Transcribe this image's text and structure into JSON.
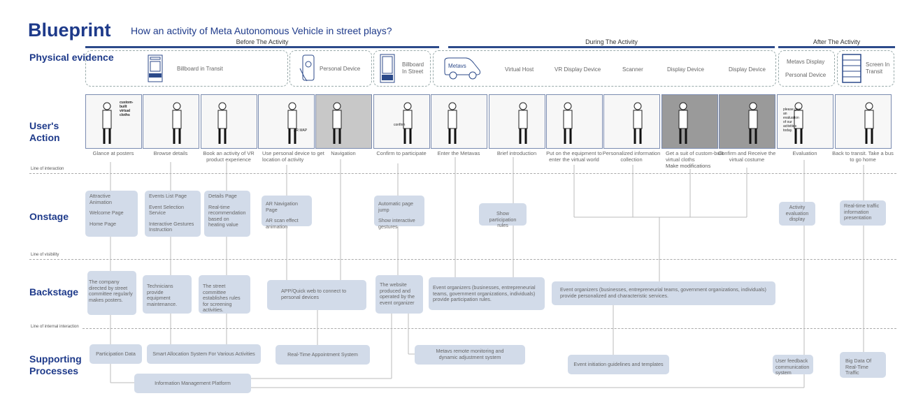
{
  "header": {
    "title": "Blueprint",
    "subtitle": "How an activity of Meta Autonomous Vehicle in street plays?"
  },
  "phases": [
    "Before The Activity",
    "During The Activity",
    "After The Activity"
  ],
  "rows": {
    "physical": "Physical evidence",
    "action": "User's Action",
    "onstage": "Onstage",
    "backstage": "Backstage",
    "support": "Supporting Processes"
  },
  "lines": {
    "interaction": "Line of interaction",
    "visibility": "Line of visibility",
    "internal": "Line of internal interaction"
  },
  "physical_evidence": {
    "billboard_transit": "Billboard in Transit",
    "personal_device": "Personal Device",
    "billboard_street": "Billboard In Street",
    "metavs_logo": "Metavs",
    "during": [
      "Virtual Host",
      "VR Display Device",
      "Scanner",
      "Display Device",
      "Display Device"
    ],
    "after": [
      "Metavs Display",
      "Personal Device"
    ],
    "screen_transit": "Screen In Transit"
  },
  "actions": [
    "Glance at posters",
    "Browse details",
    "Book an activity of VR product experience",
    "Use personal device to get location of activity",
    "Navigation",
    "Confirm to participate",
    "Enter the Metavas",
    "Brief introduction",
    "Put on the equipment to enter the virtual world",
    "Personalized information collection",
    "Get a suit of custom-built virtual cloths",
    "Confirm and Receive the virtual costume",
    "Evaluation",
    "Back to transit. Take a bus to go home"
  ],
  "action_extra": "Make modifications",
  "storyboard_text": {
    "poster": "custom-built virtual cloths",
    "ar_map": "AR MAP",
    "confirm": "confirm",
    "evaluation": "please give an evaluation of our activities today."
  },
  "onstage": [
    [
      "Attractive Animation",
      "Welcome Page",
      "Home Page"
    ],
    [
      "Events List Page",
      "Event Selection Service",
      "Interactive Gestures Instruction"
    ],
    [
      "Details Page",
      "Real-time recommendation based on heating value"
    ],
    [
      "AR Navigation Page",
      "AR scan effect animation"
    ],
    [
      "Automatic page jump",
      "Show interactive gestures"
    ],
    [
      "Show participation rules"
    ],
    [
      "Activity evaluation display"
    ],
    [
      "Real-time traffic information presentation"
    ]
  ],
  "backstage": [
    "The company directed by street committee regularly makes posters.",
    "Technicians provide equipment maintenance.",
    "The street committee establishes rules for screening activities.",
    "APP/Quick web to connect to personal devices",
    "The website produced and operated by the event organizer",
    "Event organizers (businesses, entrepreneurial teams, government organizations, individuals) provide participation rules.",
    "Event organizers (businesses, entrepreneurial teams, government organizations, individuals) provide personalized and characteristic services."
  ],
  "support": [
    "Participation Data",
    "Smart Allocation System For Various Activities",
    "Real-Time Appointment System",
    "Metavs remote monitoring and dynamic adjustment system",
    "Event initiation guidelines and templates",
    "User feedback communication system",
    "Big Data Of Real-Time Traffic",
    "Information Management Platform"
  ],
  "colors": {
    "accent": "#1e3a8a",
    "box": "#d2dbe9",
    "line": "#aaaaaa"
  }
}
